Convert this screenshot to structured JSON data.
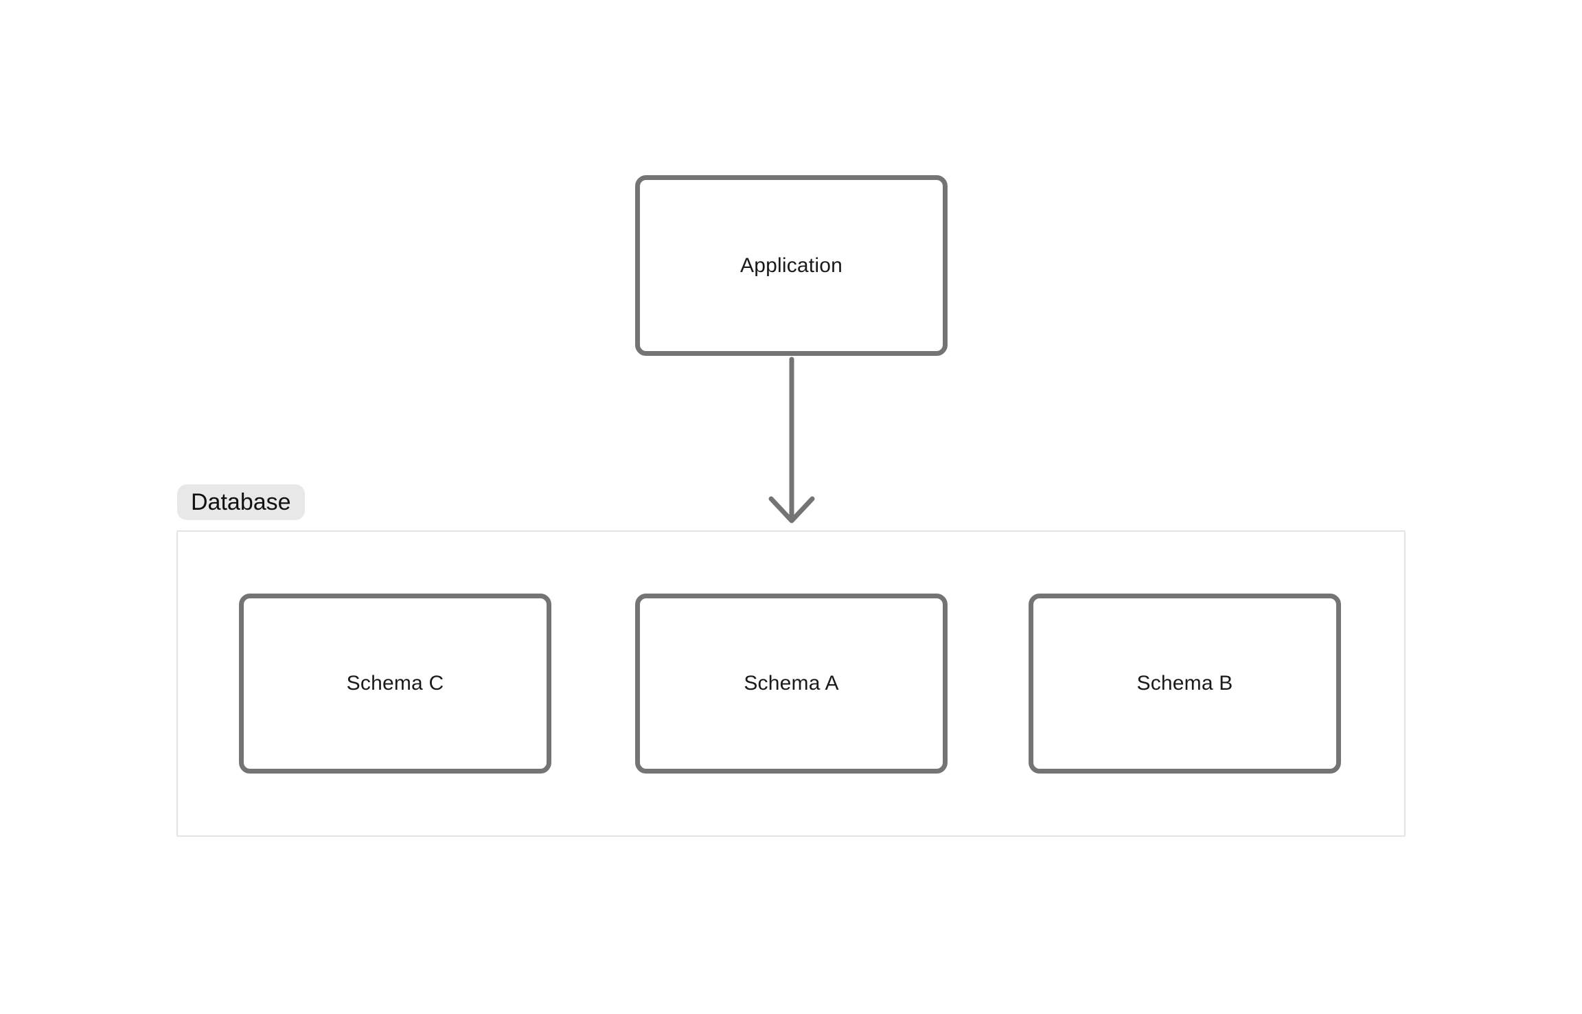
{
  "colors": {
    "background": "#ffffff",
    "node_border": "#747474",
    "node_fill": "#ffffff",
    "label_text": "#1a1a1a",
    "group_border": "#e4e4e4",
    "group_label_background": "#e8e8e8",
    "group_label_text": "#111111",
    "arrow": "#747474"
  },
  "nodes": {
    "application": {
      "label": "Application"
    },
    "schema_c": {
      "label": "Schema C"
    },
    "schema_a": {
      "label": "Schema A"
    },
    "schema_b": {
      "label": "Schema B"
    }
  },
  "group": {
    "label": "Database"
  },
  "arrow": {
    "from": "Application",
    "to": "Database",
    "direction": "down"
  }
}
